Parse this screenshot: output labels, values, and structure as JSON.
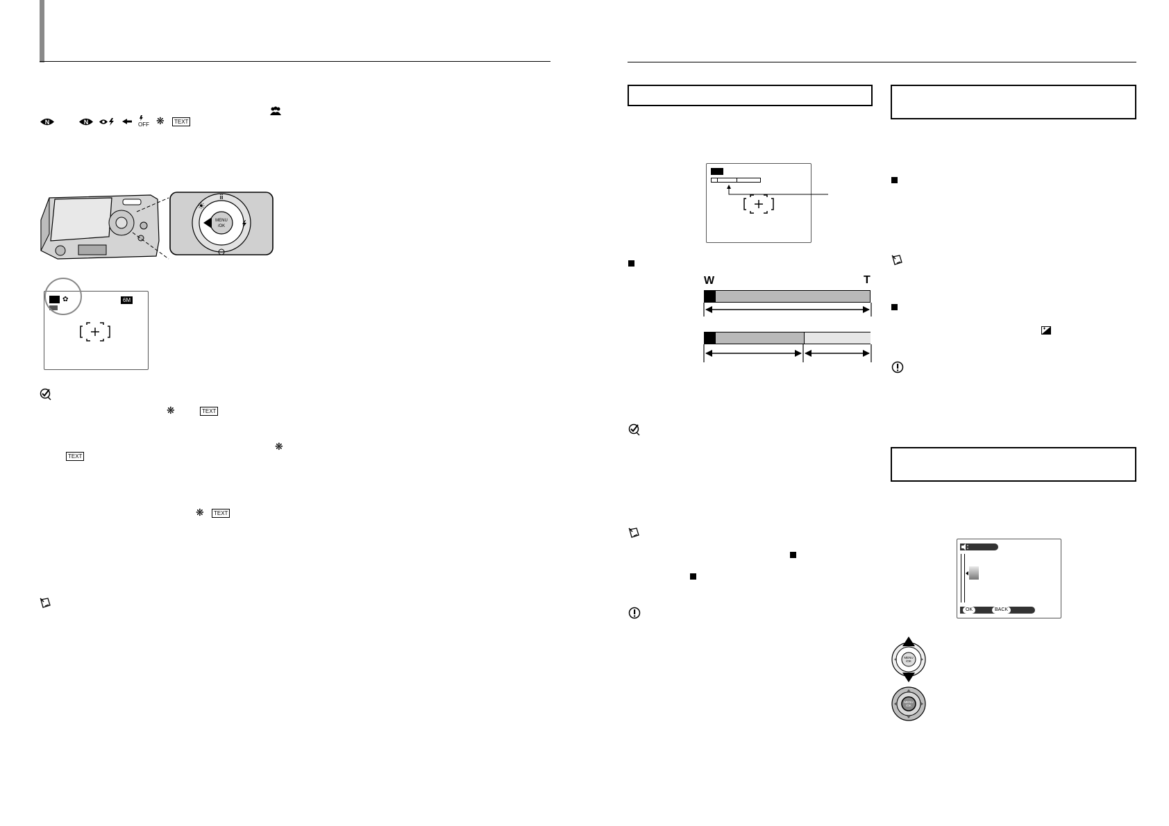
{
  "icons": {
    "row_symbols": [
      "N-eye-icon",
      "N-eye-icon",
      "red-eye-flash-icon",
      "slow-sync-icon",
      "flash-off-icon",
      "flower-icon",
      "text-icon"
    ],
    "group_icon": "group-icon",
    "note_icon": "memo-icon",
    "check_icon": "check-icon",
    "caution_icon": "caution-icon",
    "flower_glyph": "❋",
    "text_glyph": "TEXT"
  },
  "left_page": {
    "lcd_badge": "6M",
    "camera_pad_label": "MENU/OK"
  },
  "zoom_diagram": {
    "wide_label": "W",
    "tele_label": "T"
  },
  "right_page": {
    "ok_label": "OK",
    "back_label": "BACK",
    "menu_label": "MENU/OK"
  },
  "colors": {
    "bar_gray": "#b9b9b9",
    "bar_light": "#e6e6e6",
    "rule": "#000000",
    "left_margin_bar": "#8a8a8a"
  }
}
